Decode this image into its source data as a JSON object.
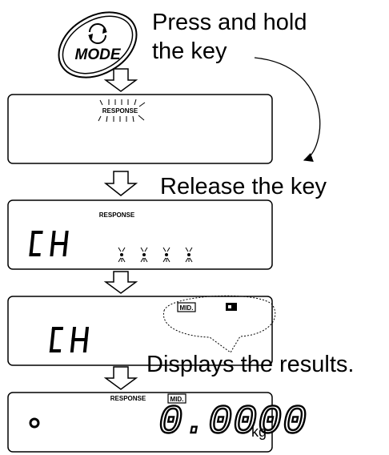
{
  "mode_key": {
    "label": "MODE",
    "icon": "rotate-arrows-icon"
  },
  "captions": {
    "step1_line1": "Press and hold",
    "step1_line2": "the key",
    "step2": "Release the key",
    "step4": "Displays the results."
  },
  "displays": {
    "d1": {
      "indicator": "RESPONSE"
    },
    "d2": {
      "indicator": "RESPONSE",
      "main": "CH"
    },
    "d3": {
      "main": "CH",
      "badge_mid": "MID."
    },
    "d4": {
      "indicator": "RESPONSE",
      "badge_mid": "MID.",
      "value": "0.0000",
      "unit": "kg"
    }
  },
  "colors": {
    "ink": "#000000",
    "background": "#ffffff"
  }
}
